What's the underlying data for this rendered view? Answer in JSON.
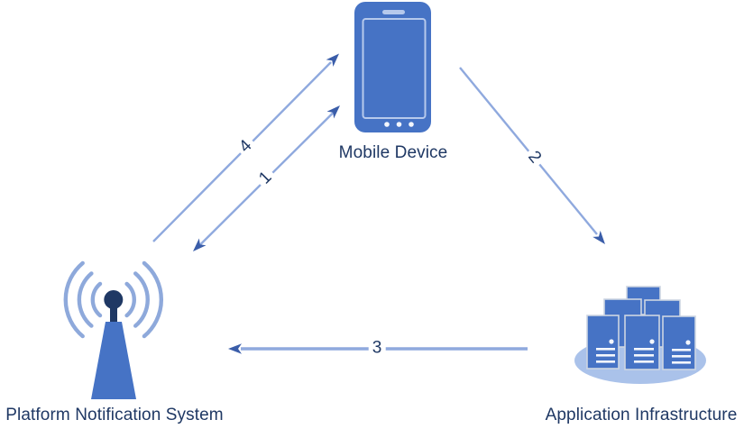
{
  "diagram": {
    "nodes": [
      {
        "id": "mobile-device",
        "label": "Mobile Device",
        "icon": "smartphone-icon"
      },
      {
        "id": "platform-notification-system",
        "label": "Platform Notification System",
        "icon": "antenna-broadcast-icon"
      },
      {
        "id": "application-infrastructure",
        "label": "Application Infrastructure",
        "icon": "server-farm-icon"
      }
    ],
    "arrows": [
      {
        "label": "1",
        "from": "mobile-device",
        "to": "platform-notification-system",
        "double_headed": true
      },
      {
        "label": "2",
        "from": "mobile-device",
        "to": "application-infrastructure",
        "double_headed": false
      },
      {
        "label": "3",
        "from": "application-infrastructure",
        "to": "platform-notification-system",
        "double_headed": false
      },
      {
        "label": "4",
        "from": "platform-notification-system",
        "to": "mobile-device",
        "double_headed": false
      }
    ],
    "colors": {
      "icon_fill": "#4673C5",
      "dark_text": "#1F3864",
      "connector_line": "#8FA9DE",
      "arrowhead": "#3A5DA9",
      "signal_wave": "#8EA9DB",
      "platform_base": "#AAC2EA",
      "light_detail": "#B6C9EC",
      "server_outline": "#CDD5E2",
      "antenna_top": "#1F3864",
      "white_detail": "#F4F7FD"
    }
  }
}
